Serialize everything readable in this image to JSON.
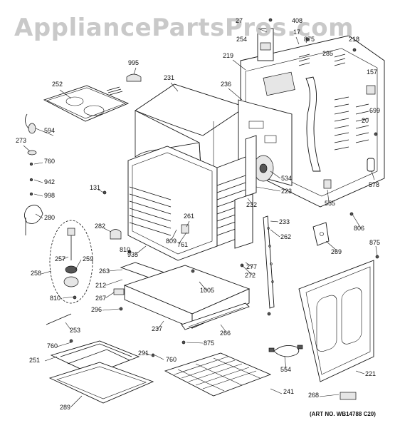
{
  "watermark": "AppliancePartsPros.com",
  "art_number": "(ART NO. WB14788 C20)",
  "part_labels": [
    "27",
    "408",
    "17",
    "875",
    "218",
    "254",
    "219",
    "285",
    "157",
    "995",
    "231",
    "236",
    "252",
    "699",
    "20",
    "594",
    "273",
    "760",
    "942",
    "998",
    "280",
    "131",
    "534",
    "223",
    "578",
    "555",
    "232",
    "233",
    "282",
    "261",
    "761",
    "809",
    "935",
    "810",
    "262",
    "806",
    "269",
    "875",
    "257",
    "259",
    "258",
    "277",
    "272",
    "263",
    "1005",
    "212",
    "267",
    "810",
    "296",
    "237",
    "266",
    "875",
    "253",
    "760",
    "291",
    "760",
    "251",
    "554",
    "221",
    "289",
    "241",
    "268"
  ]
}
